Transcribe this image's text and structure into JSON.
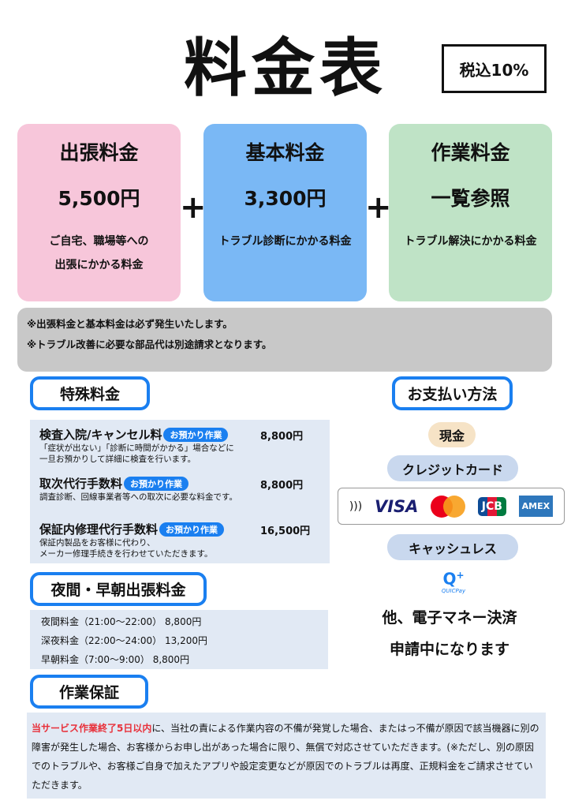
{
  "title": "料金表",
  "tax": "税込10%",
  "cards": [
    {
      "title": "出張料金",
      "value": "5,500円",
      "desc1": "ご自宅、職場等への",
      "desc2": "出張にかかる料金",
      "color": "#f7c6da"
    },
    {
      "title": "基本料金",
      "value": "3,300円",
      "desc1": "トラブル診断にかかる料金",
      "desc2": "",
      "color": "#7ab8f5"
    },
    {
      "title": "作業料金",
      "value": "一覧参照",
      "desc1": "トラブル解決にかかる料金",
      "desc2": "",
      "color": "#bfe3c6"
    }
  ],
  "plus": "+",
  "notes": [
    "※出張料金と基本料金は必ず発生いたします。",
    "※トラブル改善に必要な部品代は別途請求となります。"
  ],
  "special": {
    "heading": "特殊料金",
    "items": [
      {
        "name": "検査入院/キャンセル料",
        "tag": "お預かり作業",
        "price": "8,800円",
        "desc1": "「症状が出ない」「診断に時間がかかる」場合などに",
        "desc2": "一旦お預かりして詳細に検査を行います。"
      },
      {
        "name": "取次代行手数料",
        "tag": "お預かり作業",
        "price": "8,800円",
        "desc1": "調査診断、回線事業者等への取次に必要な料金です。",
        "desc2": ""
      },
      {
        "name": "保証内修理代行手数料",
        "tag": "お預かり作業",
        "price": "16,500円",
        "desc1": "保証内製品をお客様に代わり、",
        "desc2": "メーカー修理手続きを行わせていただきます。"
      }
    ]
  },
  "night": {
    "heading": "夜間・早朝出張料金",
    "rows": [
      "夜間料金（21:00～22:00） 8,800円",
      "深夜料金（22:00～24:00） 13,200円",
      "早朝料金（7:00～9:00） 8,800円"
    ]
  },
  "warranty": {
    "heading": "作業保証",
    "highlight": "当サービス作業終了5日以内",
    "text": "に、当社の責による作業内容の不備が発覚した場合、またはっ不備が原因で該当機器に別の障害が発生した場合、お客様からお申し出があった場合に限り、無償で対応させていただきます。(※ただし、別の原因でのトラブルや、お客様ご自身で加えたアプリや設定変更などが原因でのトラブルは再度、正規料金をご請求させていただきます。"
  },
  "payment": {
    "heading": "お支払い方法",
    "cash": "現金",
    "credit": "クレジットカード",
    "brands": [
      "VISA",
      "JCB",
      "AMEX"
    ],
    "cashless": "キャッシュレス",
    "quicpay": "QUICPay",
    "other1": "他、電子マネー決済",
    "other2": "申請中になります"
  }
}
